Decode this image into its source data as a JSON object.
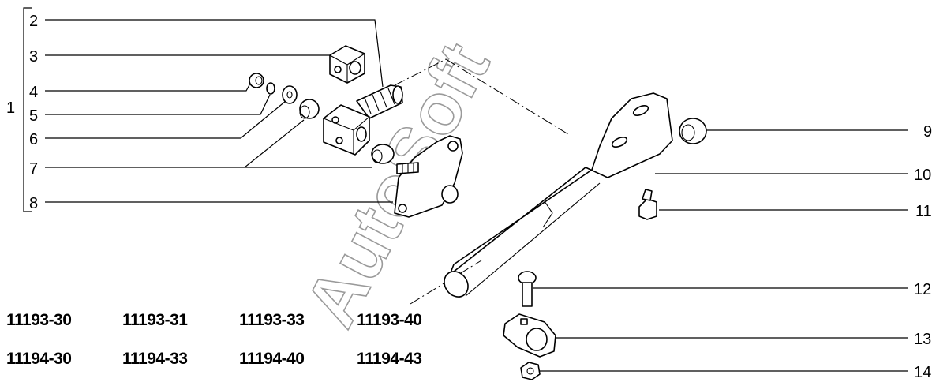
{
  "callouts": {
    "c1": "1",
    "c2": "2",
    "c3": "3",
    "c4": "4",
    "c5": "5",
    "c6": "6",
    "c7": "7",
    "c8": "8",
    "c9": "9",
    "c10": "10",
    "c11": "11",
    "c12": "12",
    "c13": "13",
    "c14": "14"
  },
  "models": {
    "row1": [
      "11193-30",
      "11193-31",
      "11193-33",
      "11193-40"
    ],
    "row2": [
      "11194-30",
      "11194-33",
      "11194-40",
      "11194-43"
    ]
  },
  "watermark": "AutoSoft"
}
